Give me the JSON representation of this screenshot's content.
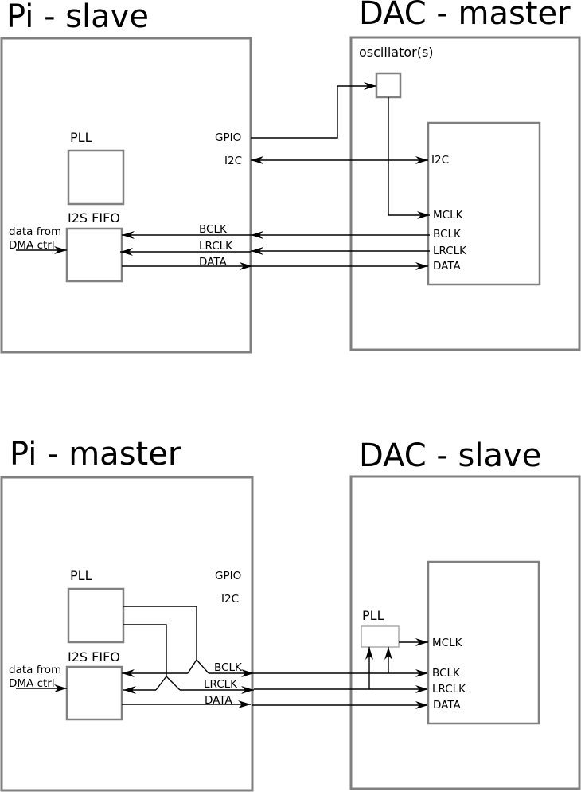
{
  "top": {
    "left_title": "Pi - slave",
    "right_title": "DAC - master",
    "oscillator_label": "oscillator(s)",
    "pll_label": "PLL",
    "fifo_label": "I2S FIFO",
    "dma_line1": "data from",
    "dma_line2": "DMA ctrl",
    "pi_gpio": "GPIO",
    "pi_i2c": "I2C",
    "bclk": "BCLK",
    "lrclk": "LRCLK",
    "data": "DATA",
    "dac_i2c": "I2C",
    "dac_mclk": "MCLK",
    "dac_bclk": "BCLK",
    "dac_lrclk": "LRCLK",
    "dac_data": "DATA"
  },
  "bottom": {
    "left_title": "Pi - master",
    "right_title": "DAC - slave",
    "pll_label": "PLL",
    "fifo_label": "I2S FIFO",
    "dma_line1": "data from",
    "dma_line2": "DMA ctrl",
    "pi_gpio": "GPIO",
    "pi_i2c": "I2C",
    "bclk": "BCLK",
    "lrclk": "LRCLK",
    "data": "DATA",
    "dac_pll_label": "PLL",
    "dac_mclk": "MCLK",
    "dac_bclk": "BCLK",
    "dac_lrclk": "LRCLK",
    "dac_data": "DATA"
  }
}
